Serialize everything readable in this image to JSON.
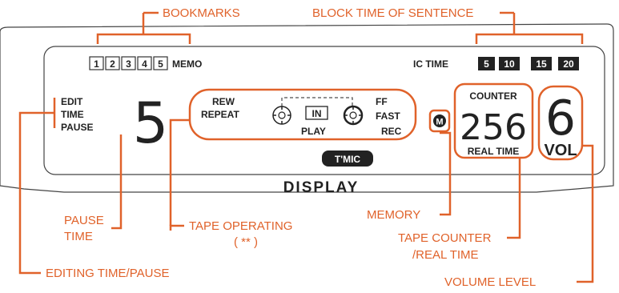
{
  "callouts": {
    "bookmarks": "BOOKMARKS",
    "block_time": "BLOCK TIME OF SENTENCE",
    "pause_time_1": "PAUSE",
    "pause_time_2": "TIME",
    "tape_operating": "TAPE OPERATING",
    "tape_operating_note": "( ** )",
    "memory": "MEMORY",
    "tape_counter_1": "TAPE COUNTER",
    "tape_counter_2": "/REAL TIME",
    "editing": "EDITING TIME/PAUSE",
    "volume_level": "VOLUME LEVEL"
  },
  "display": {
    "bookmarks": [
      "1",
      "2",
      "3",
      "4",
      "5"
    ],
    "memo_label": "MEMO",
    "ic_time_label": "IC TIME",
    "ic_time_values": [
      "5",
      "10",
      "15",
      "20"
    ],
    "edit_labels": [
      "EDIT",
      "TIME",
      "PAUSE"
    ],
    "pause_digit": "5",
    "rew_label": "REW",
    "repeat_label": "REPEAT",
    "in_label": "IN",
    "play_label": "PLAY",
    "ff_label": "FF",
    "fast_label": "FAST",
    "rec_label": "REC",
    "tmic_label": "T'MIC",
    "memory_symbol": "M",
    "counter_label": "COUNTER",
    "counter_value": "256",
    "real_time_label": "REAL TIME",
    "volume_value": "6",
    "vol_label": "VOL",
    "panel_title": "DISPLAY"
  },
  "colors": {
    "callout": "#e0622a",
    "indicator_fill": "#222222",
    "outline": "#333333"
  }
}
